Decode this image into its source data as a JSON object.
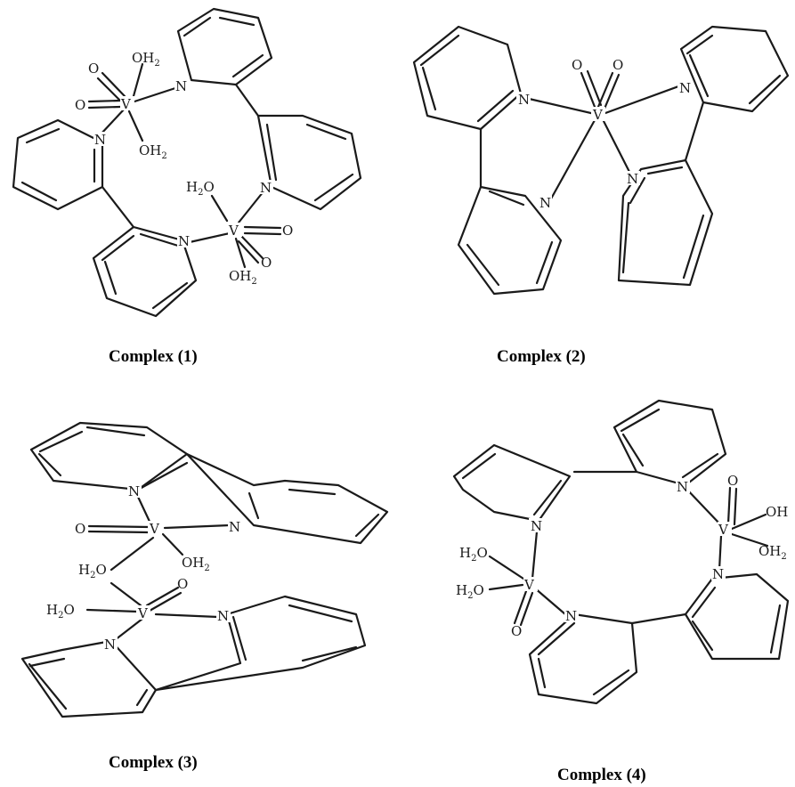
{
  "captions": {
    "c1": "Complex (1)",
    "c2": "Complex (2)",
    "c3": "Complex (3)",
    "c4": "Complex (4)"
  },
  "atoms": {
    "v": "V",
    "n": "N",
    "o": "O",
    "oh2": "OH",
    "h2o": "H",
    "sub2": "2",
    "o_tail": "O",
    "oh2_trunc": "OH"
  }
}
